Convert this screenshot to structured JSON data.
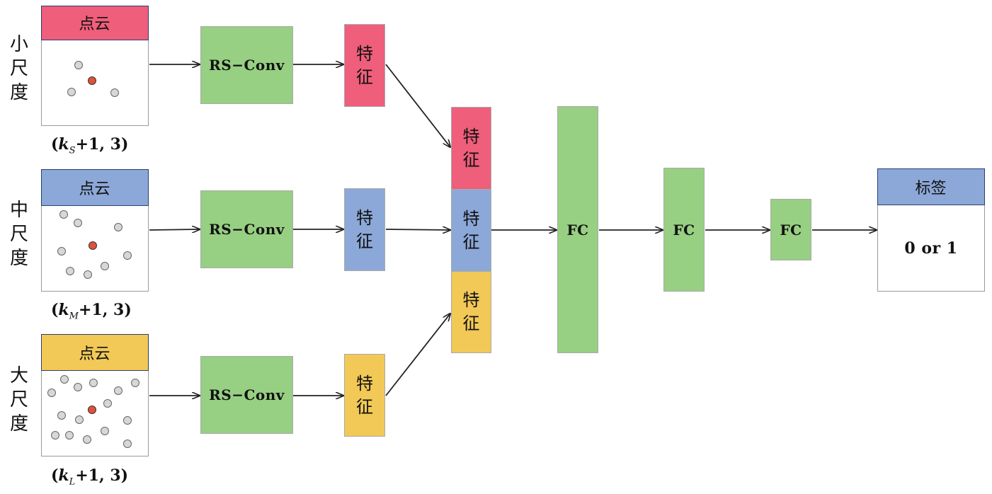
{
  "scales": [
    {
      "label": "小尺度",
      "cloud_label": "点云",
      "dim_k": "k",
      "dim_sub": "S",
      "dim_rest": "+1, 3)",
      "conv": "RS−Conv",
      "feature": "特征"
    },
    {
      "label": "中尺度",
      "cloud_label": "点云",
      "dim_k": "k",
      "dim_sub": "M",
      "dim_rest": "+1, 3)",
      "conv": "RS−Conv",
      "feature": "特征"
    },
    {
      "label": "大尺度",
      "cloud_label": "点云",
      "dim_k": "k",
      "dim_sub": "L",
      "dim_rest": "+1, 3)",
      "conv": "RS−Conv",
      "feature": "特征"
    }
  ],
  "dim_open": "(",
  "concat": [
    "特征",
    "特征",
    "特征"
  ],
  "fc": [
    "FC",
    "FC",
    "FC"
  ],
  "output": {
    "title": "标签",
    "value": "0 or 1"
  },
  "colors": {
    "small": "#ef5e7b",
    "medium": "#8ca8d8",
    "large": "#f2c957",
    "fc": "#97cf83",
    "center_point": "#e0523a",
    "point": "#d7d7d7"
  }
}
